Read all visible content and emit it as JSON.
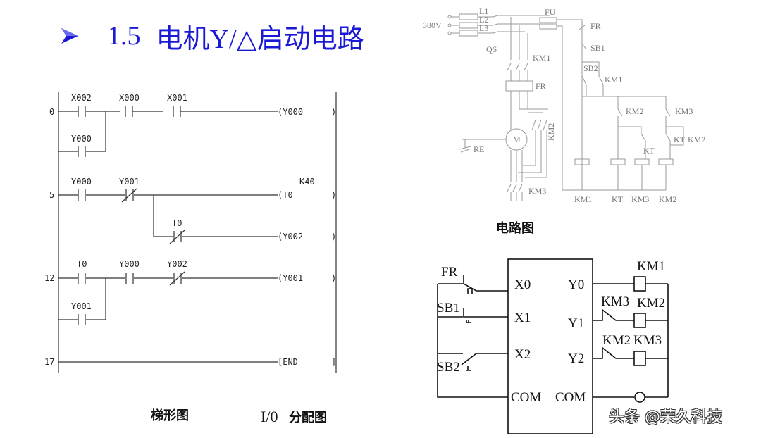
{
  "title": {
    "number": "1.5",
    "text": "电机Y/△启动电路",
    "color": "#1a1ad6"
  },
  "ladder": {
    "caption": "梯形图",
    "rungs": [
      {
        "step": "0",
        "contacts": [
          {
            "label": "X002",
            "type": "NO"
          },
          {
            "label": "X000",
            "type": "NO"
          },
          {
            "label": "X001",
            "type": "NO"
          }
        ],
        "branch": [
          {
            "label": "Y000",
            "type": "NO"
          }
        ],
        "coil": "(Y000",
        "coil_end": ")"
      },
      {
        "step": "5",
        "contacts": [
          {
            "label": "Y000",
            "type": "NO"
          },
          {
            "label": "Y001",
            "type": "NC"
          }
        ],
        "coil": "(T0",
        "coil_param": "K40",
        "coil_end": ")",
        "sub_branch": {
          "contact": {
            "label": "T0",
            "type": "NC"
          },
          "coil": "(Y002",
          "coil_end": ")"
        }
      },
      {
        "step": "12",
        "contacts": [
          {
            "label": "T0",
            "type": "NO"
          },
          {
            "label": "Y000",
            "type": "NO"
          },
          {
            "label": "Y002",
            "type": "NC"
          }
        ],
        "branch": [
          {
            "label": "Y001",
            "type": "NO"
          }
        ],
        "coil": "(Y001",
        "coil_end": ")"
      },
      {
        "step": "17",
        "coil": "[END",
        "coil_end": "]"
      }
    ]
  },
  "circuit": {
    "caption": "电路图",
    "labels": {
      "supply": "380V",
      "l1": "L1",
      "l2": "L2",
      "l3": "L3",
      "qs": "QS",
      "fu": "FU",
      "km1_main": "KM1",
      "fr_main": "FR",
      "motor": "M",
      "re": "RE",
      "km2_main": "KM2",
      "km3_main": "KM3",
      "fr_ctrl": "FR",
      "sb1": "SB1",
      "sb2": "SB2",
      "km1_aux": "KM1",
      "km2_nc": "KM2",
      "km3_nc": "KM3",
      "kt_contact": "KT",
      "kt_inst": "KT",
      "km2_hold": "KM2",
      "coils": [
        "KM1",
        "KT",
        "KM3",
        "KM2"
      ]
    }
  },
  "io": {
    "caption_prefix": "I/0",
    "caption": "分配图",
    "inputs": [
      {
        "device": "FR",
        "terminal": "X0"
      },
      {
        "device": "SB1",
        "terminal": "X1"
      },
      {
        "device": "SB2",
        "terminal": "X2"
      }
    ],
    "input_com": "COM",
    "outputs": [
      {
        "terminal": "Y0",
        "interlock": "",
        "coil": "KM1"
      },
      {
        "terminal": "Y1",
        "interlock": "KM3",
        "coil": "KM2"
      },
      {
        "terminal": "Y2",
        "interlock": "KM2",
        "coil": "KM3"
      }
    ],
    "output_com": "COM"
  },
  "watermark": "头条 @荣久科技"
}
